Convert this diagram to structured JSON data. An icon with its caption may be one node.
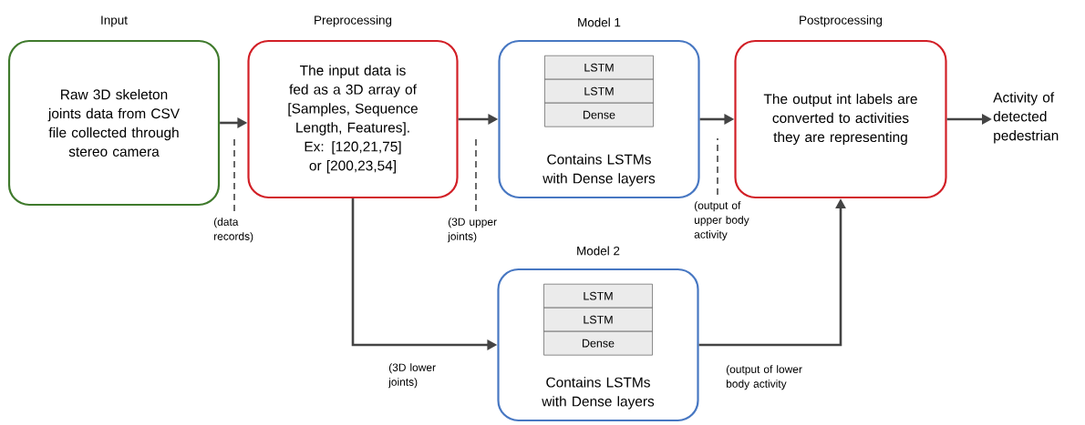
{
  "diagram": {
    "nodes": [
      {
        "text": [
          "Input",
          "Raw 3D skeleton joints data from CSV file collected through stereo camera"
        ]
      },
      {
        "text": [
          "Preprocessing",
          "The input data is fed as a 3D array of [Samples, Sequence Length, Features]. Ex: [120,21,75] or [200,23,54]"
        ]
      },
      {
        "text": [
          "Model 1",
          "Contains LSTMs with Dense layers"
        ]
      },
      {
        "text": [
          "LSTM"
        ],
        "in": 2
      },
      {
        "text": [
          "LSTM"
        ],
        "in": 2
      },
      {
        "text": [
          "Dense"
        ],
        "in": 2
      },
      {
        "text": [
          "Postprocessing",
          "The output int labels are converted to activities they are representing"
        ]
      },
      {
        "text": [
          "Activity of detected pedestrian"
        ]
      },
      {
        "text": [
          "Model 2",
          "Contains LSTMs with Dense layers"
        ]
      },
      {
        "text": [
          "LSTM"
        ],
        "in": 8
      },
      {
        "text": [
          "LSTM"
        ],
        "in": 8
      },
      {
        "text": [
          "Dense"
        ],
        "in": 8
      },
      {
        "text": [
          "(data records)"
        ]
      },
      {
        "text": [
          "(3D upper joints)"
        ]
      },
      {
        "text": [
          "(output of upper body activity"
        ]
      }
    ],
    "edges": [
      {
        "from": 0,
        "to": 1,
        "arrow": "to"
      },
      {
        "from": 1,
        "to": 2,
        "arrow": "to"
      },
      {
        "from": 2,
        "to": 6,
        "arrow": "to"
      },
      {
        "from": 6,
        "to": 7,
        "arrow": "to"
      },
      {
        "from": 1,
        "to": 8,
        "arrow": "to",
        "label": "(3D lower joints)"
      },
      {
        "from": 8,
        "to": 6,
        "arrow": "to",
        "label": "(output of lower body activity"
      },
      {
        "from": 12,
        "to": null,
        "arrow": "none",
        "style": "dashed"
      },
      {
        "from": 13,
        "to": null,
        "arrow": "none",
        "style": "dashed"
      },
      {
        "from": 14,
        "to": null,
        "arrow": "none",
        "style": "dashed"
      }
    ]
  }
}
